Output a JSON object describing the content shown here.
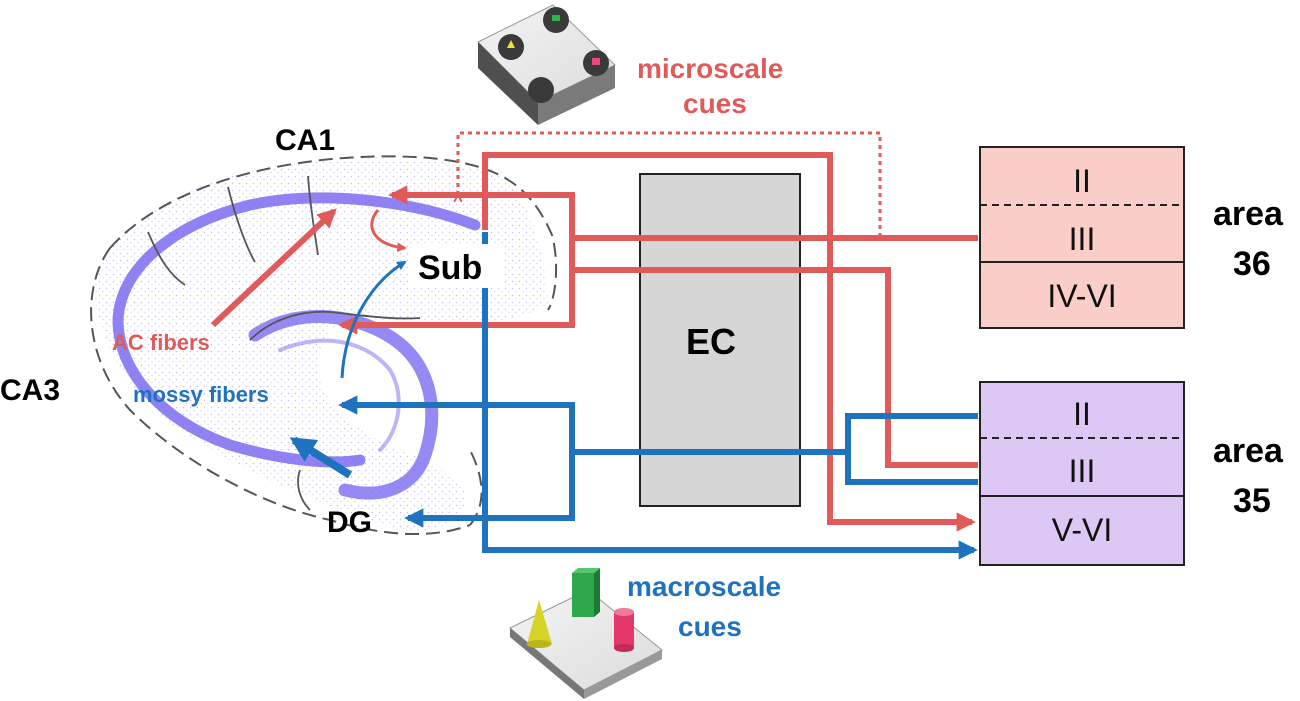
{
  "colors": {
    "red": "#e05a5a",
    "blue": "#1f73be",
    "ec_fill": "#d6d6d6",
    "area36_fill": "#f9cdc8",
    "area35_fill": "#dcc7f5",
    "cells": "#7b6cf0"
  },
  "labels": {
    "ca1": "CA1",
    "ca3": "CA3",
    "dg": "DG",
    "sub": "Sub",
    "ec": "EC",
    "ac_fibers": "AC fibers",
    "mossy_fibers": "mossy fibers",
    "microscale_line1": "microscale",
    "microscale_line2": "cues",
    "macroscale_line1": "macroscale",
    "macroscale_line2": "cues"
  },
  "area36": {
    "label_line1": "area",
    "label_line2": "36",
    "layers": [
      "II",
      "III",
      "IV-VI"
    ]
  },
  "area35": {
    "label_line1": "area",
    "label_line2": "35",
    "layers": [
      "II",
      "III",
      "V-VI"
    ]
  },
  "icons": {
    "micro": "arena-with-four-wells-icon",
    "macro": "arena-with-cone-block-cylinder-icon"
  }
}
